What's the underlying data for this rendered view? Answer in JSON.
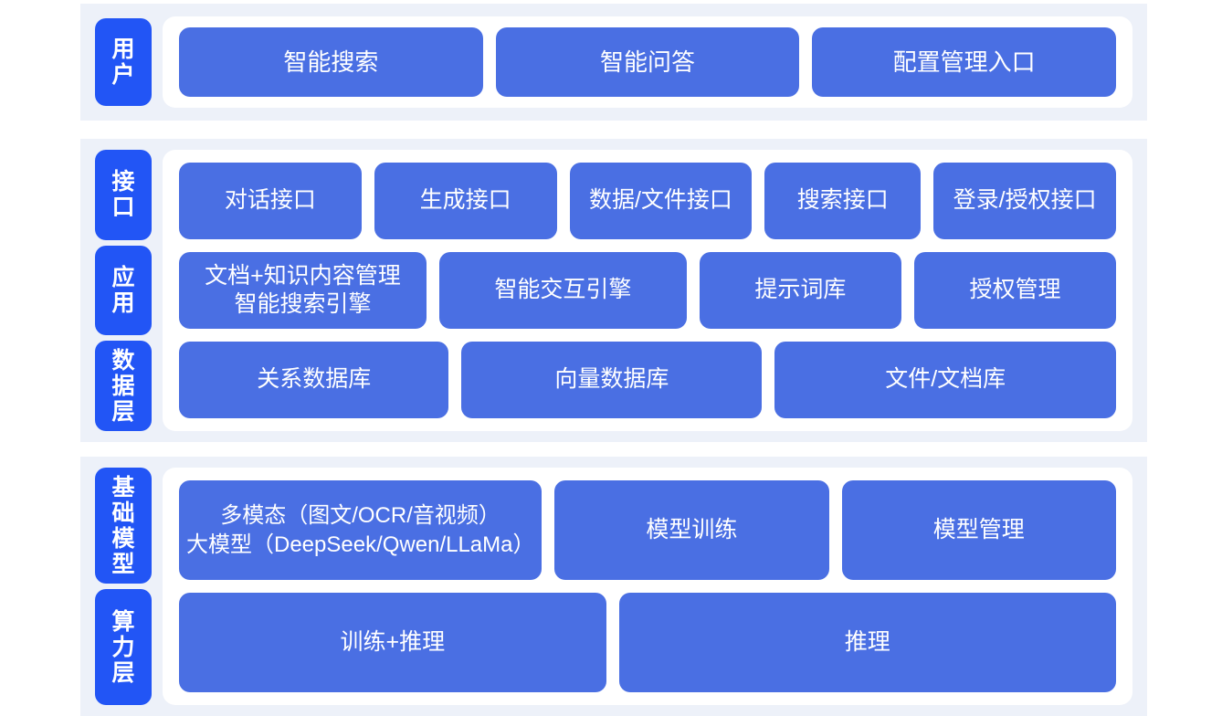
{
  "theme": {
    "page_background": "#ffffff",
    "band_background": "#edf1f9",
    "panel_background": "#ffffff",
    "layer_label_color": "#2255f5",
    "cell_color": "#4a6fe3",
    "text_color": "#ffffff"
  },
  "bands": [
    {
      "id": "user",
      "layers": [
        {
          "label": "用户",
          "chars": [
            "用",
            "户"
          ]
        }
      ],
      "rows": [
        {
          "id": "user-row",
          "cells": [
            {
              "name": "intelligent-search",
              "line1": "智能搜索"
            },
            {
              "name": "intelligent-qa",
              "line1": "智能问答"
            },
            {
              "name": "config-management-entry",
              "line1": "配置管理入口"
            }
          ]
        }
      ]
    },
    {
      "id": "platform",
      "layers": [
        {
          "label": "接口",
          "chars": [
            "接",
            "口"
          ]
        },
        {
          "label": "应用",
          "chars": [
            "应",
            "用"
          ]
        },
        {
          "label": "数据层",
          "chars": [
            "数",
            "据",
            "层"
          ]
        }
      ],
      "rows": [
        {
          "id": "interface-row",
          "cells": [
            {
              "name": "dialog-interface",
              "line1": "对话接口"
            },
            {
              "name": "generate-interface",
              "line1": "生成接口"
            },
            {
              "name": "data-file-interface",
              "line1": "数据/文件接口"
            },
            {
              "name": "search-interface",
              "line1": "搜索接口"
            },
            {
              "name": "login-auth-interface",
              "line1": "登录/授权接口"
            }
          ]
        },
        {
          "id": "application-row",
          "cells": [
            {
              "name": "document-knowledge-management",
              "line1": "文档+知识内容管理",
              "line2": "智能搜索引擎"
            },
            {
              "name": "intelligent-interaction-engine",
              "line1": "智能交互引擎"
            },
            {
              "name": "prompt-library",
              "line1": "提示词库"
            },
            {
              "name": "authorization-management",
              "line1": "授权管理"
            }
          ]
        },
        {
          "id": "data-row",
          "cells": [
            {
              "name": "relational-database",
              "line1": "关系数据库"
            },
            {
              "name": "vector-database",
              "line1": "向量数据库"
            },
            {
              "name": "file-document-store",
              "line1": "文件/文档库"
            }
          ]
        }
      ]
    },
    {
      "id": "infrastructure",
      "layers": [
        {
          "label": "基础模型",
          "chars": [
            "基",
            "础",
            "模",
            "型"
          ]
        },
        {
          "label": "算力层",
          "chars": [
            "算",
            "力",
            "层"
          ]
        }
      ],
      "rows": [
        {
          "id": "model-row",
          "cells": [
            {
              "name": "multimodal-large-model",
              "line1": "多模态（图文/OCR/音视频）",
              "line2": "大模型（DeepSeek/Qwen/LLaMa）"
            },
            {
              "name": "model-training",
              "line1": "模型训练"
            },
            {
              "name": "model-management",
              "line1": "模型管理"
            }
          ]
        },
        {
          "id": "compute-row",
          "cells": [
            {
              "name": "training-and-inference",
              "line1": "训练+推理"
            },
            {
              "name": "inference",
              "line1": "推理"
            }
          ]
        }
      ]
    }
  ]
}
